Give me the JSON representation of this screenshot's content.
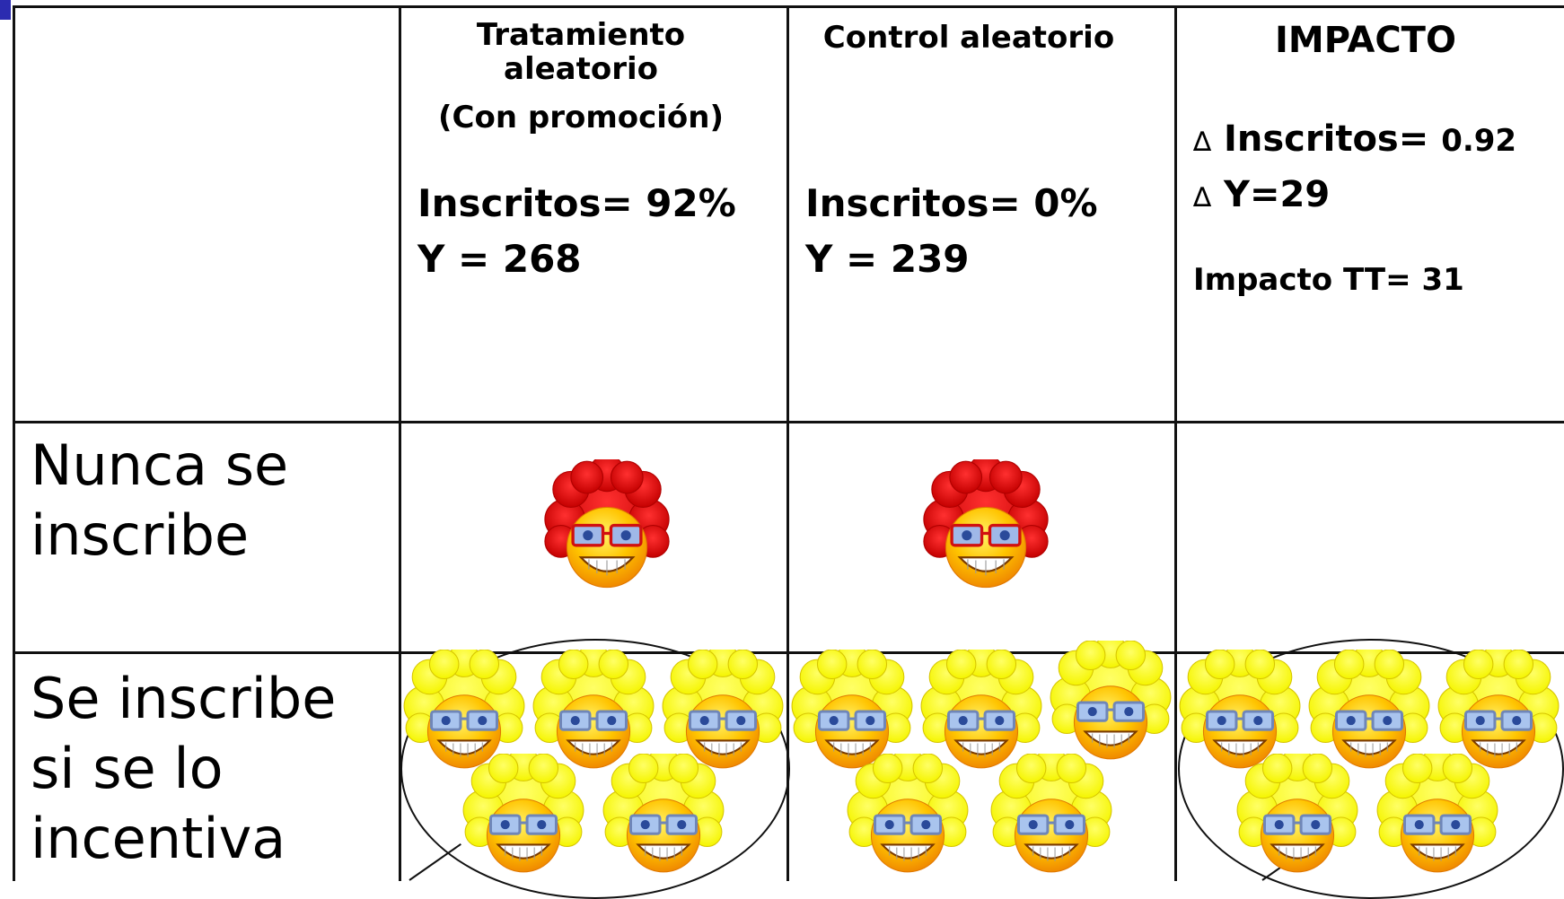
{
  "header": {
    "treatment_title_line1": "Tratamiento",
    "treatment_title_line2": "aleatorio",
    "treatment_title_line3": "(Con promoción)",
    "control_title": "Control aleatorio",
    "impact_title": "IMPACTO"
  },
  "treatment": {
    "enrolled": "Inscritos= 92%",
    "y": "Y = 268"
  },
  "control": {
    "enrolled": "Inscritos= 0%",
    "y": "Y = 239"
  },
  "impact": {
    "delta_symbol": "∆",
    "delta_enrolled_label": "Inscritos=",
    "delta_enrolled_value": "0.92",
    "delta_y": "Y=29",
    "tt": "Impacto TT= 31"
  },
  "rows": {
    "never_line1": "Nunca se",
    "never_line2": "inscribe",
    "complier_line1": "Se inscribe",
    "complier_line2": "si se lo",
    "complier_line3": "incentiva"
  },
  "colors": {
    "accent": "#2b2bb0",
    "never_hair": "#e10000",
    "complier_hair": "#ffff00",
    "face": "#ffb300"
  },
  "icons": {
    "never": "red-hair-smiley-icon",
    "complier": "yellow-hair-smiley-icon"
  }
}
